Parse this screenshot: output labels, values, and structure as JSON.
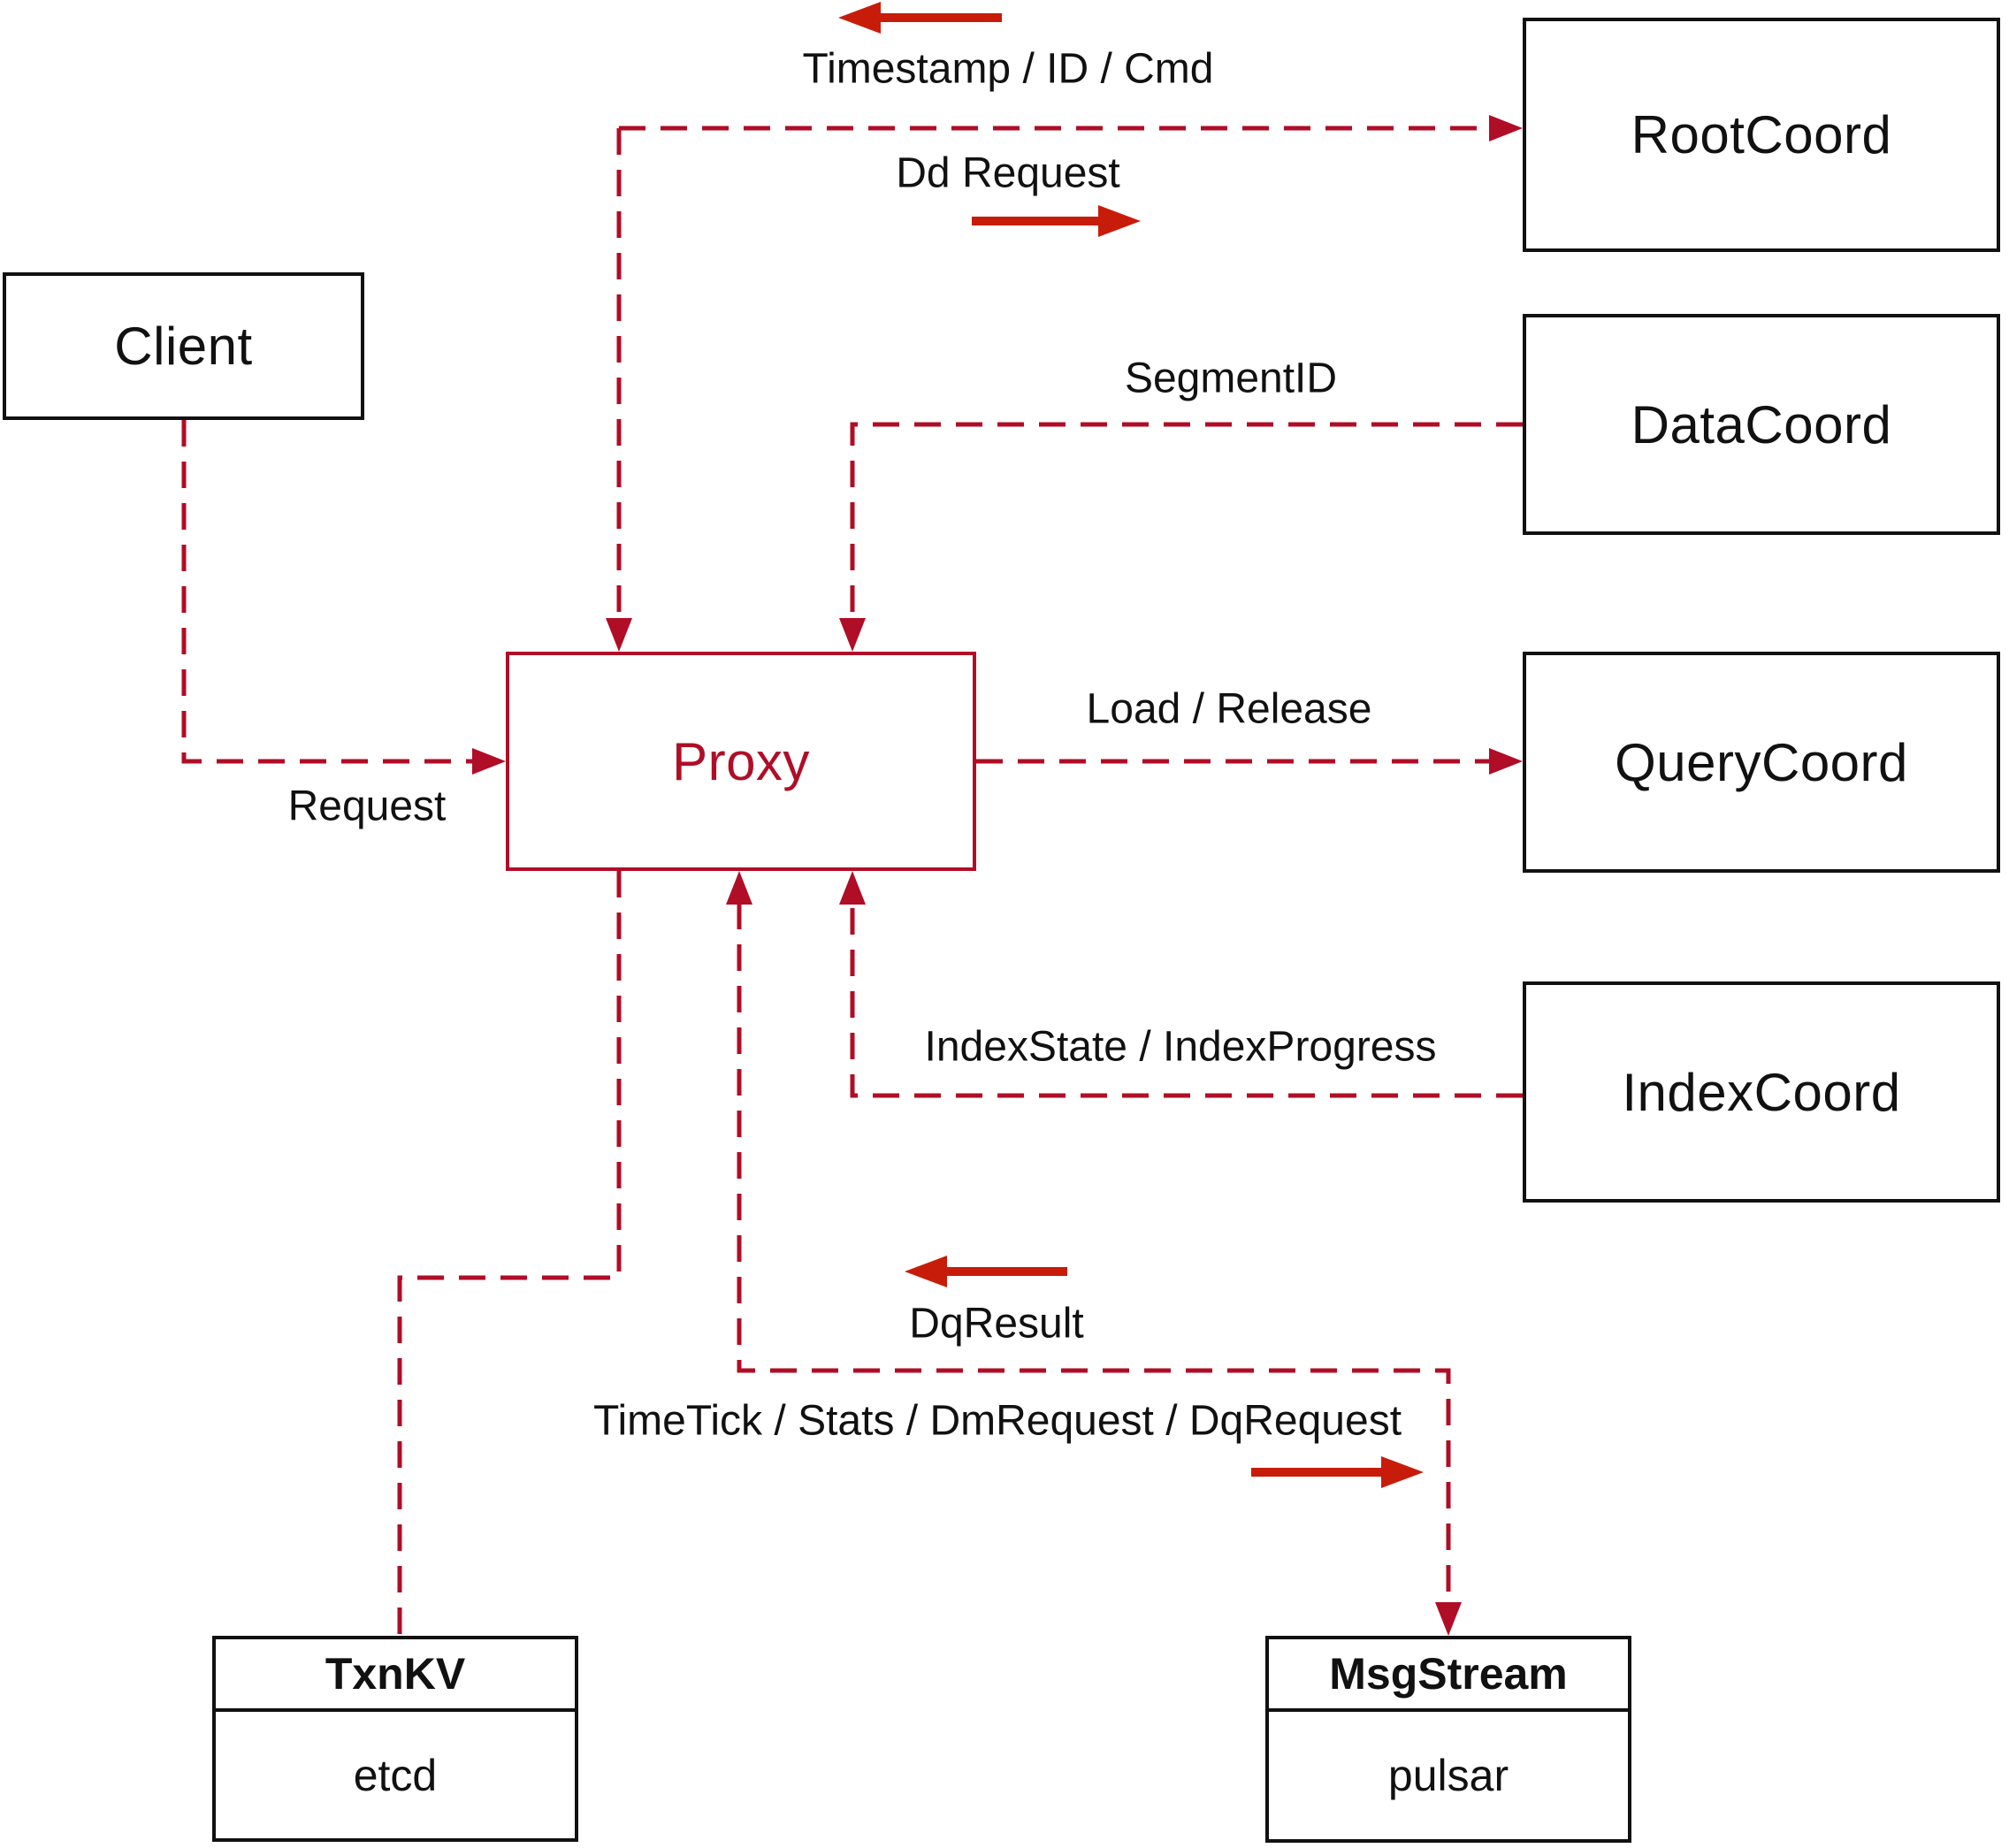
{
  "diagram": {
    "nodes": {
      "client": {
        "label": "Client"
      },
      "proxy": {
        "label": "Proxy"
      },
      "root_coord": {
        "label": "RootCoord"
      },
      "data_coord": {
        "label": "DataCoord"
      },
      "query_coord": {
        "label": "QueryCoord"
      },
      "index_coord": {
        "label": "IndexCoord"
      },
      "txn_kv": {
        "title": "TxnKV",
        "subtitle": "etcd"
      },
      "msg_stream": {
        "title": "MsgStream",
        "subtitle": "pulsar"
      }
    },
    "edge_labels": {
      "timestamp_id_cmd": "Timestamp / ID / Cmd",
      "dd_request": "Dd Request",
      "segment_id": "SegmentID",
      "load_release": "Load / Release",
      "index_state": "IndexState / IndexProgress",
      "request": "Request",
      "dq_result": "DqResult",
      "timetick": "TimeTick / Stats / DmRequest / DqRequest"
    },
    "colors": {
      "dashed_line": "#b00d26",
      "solid_arrow": "#c81c0a",
      "box_border": "#111111",
      "label_text": "#111111",
      "proxy_accent": "#b00d26",
      "background": "#ffffff"
    }
  }
}
